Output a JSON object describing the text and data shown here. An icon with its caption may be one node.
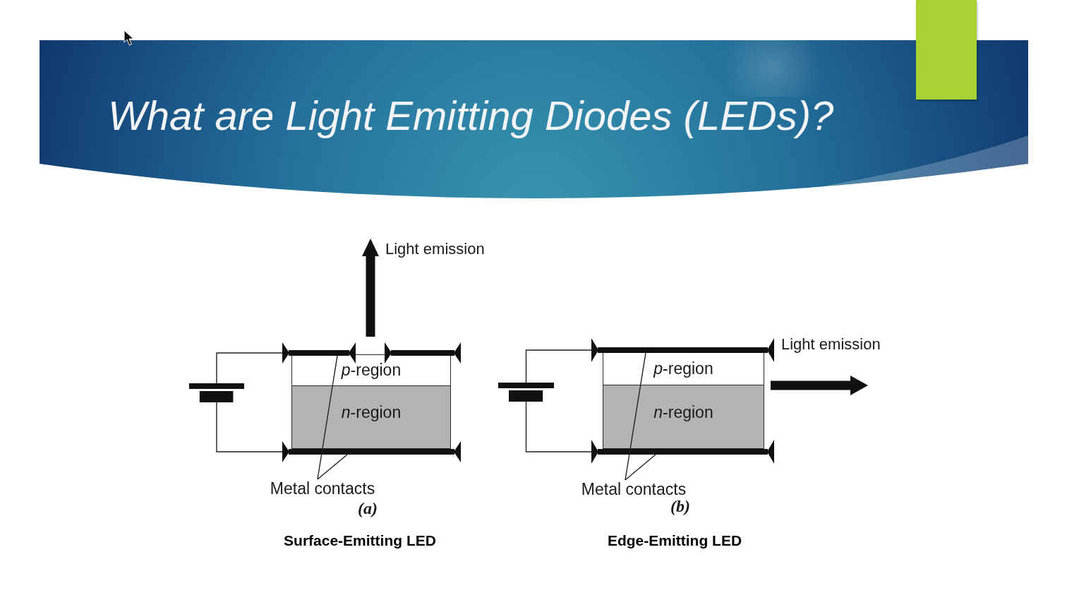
{
  "diagram": {
    "title": "What are Light Emitting Diodes (LEDs)?",
    "nodes": [
      {
        "text": [
          "*p*-region"
        ]
      },
      {
        "text": [
          "*n*-region"
        ]
      },
      {
        "text": [],
        "shape": "bar"
      },
      {
        "text": [],
        "shape": "bar"
      },
      {
        "text": [],
        "shape": "bar"
      },
      {
        "text": [],
        "shape": "battery"
      },
      {
        "text": [
          "Metal contacts"
        ]
      },
      {
        "text": [
          "*p*-region"
        ]
      },
      {
        "text": [
          "*n*-region"
        ]
      },
      {
        "text": [],
        "shape": "bar"
      },
      {
        "text": [],
        "shape": "bar"
      },
      {
        "text": [],
        "shape": "battery"
      },
      {
        "text": [
          "Metal contacts"
        ]
      }
    ],
    "edges": [
      {
        "from": 5,
        "to": 2,
        "arrow": "none"
      },
      {
        "from": 5,
        "to": 4,
        "arrow": "none"
      },
      {
        "from": 6,
        "to": 2,
        "arrow": "none"
      },
      {
        "from": 6,
        "to": 4,
        "arrow": "none"
      },
      {
        "from": 11,
        "to": 9,
        "arrow": "none"
      },
      {
        "from": 11,
        "to": 10,
        "arrow": "none"
      },
      {
        "from": 12,
        "to": 9,
        "arrow": "none"
      },
      {
        "from": 12,
        "to": 10,
        "arrow": "none"
      }
    ],
    "labels": [
      "Light emission",
      "(a)",
      "Surface-Emitting LED",
      "Light emission",
      "(b)",
      "Edge-Emitting LED"
    ]
  }
}
